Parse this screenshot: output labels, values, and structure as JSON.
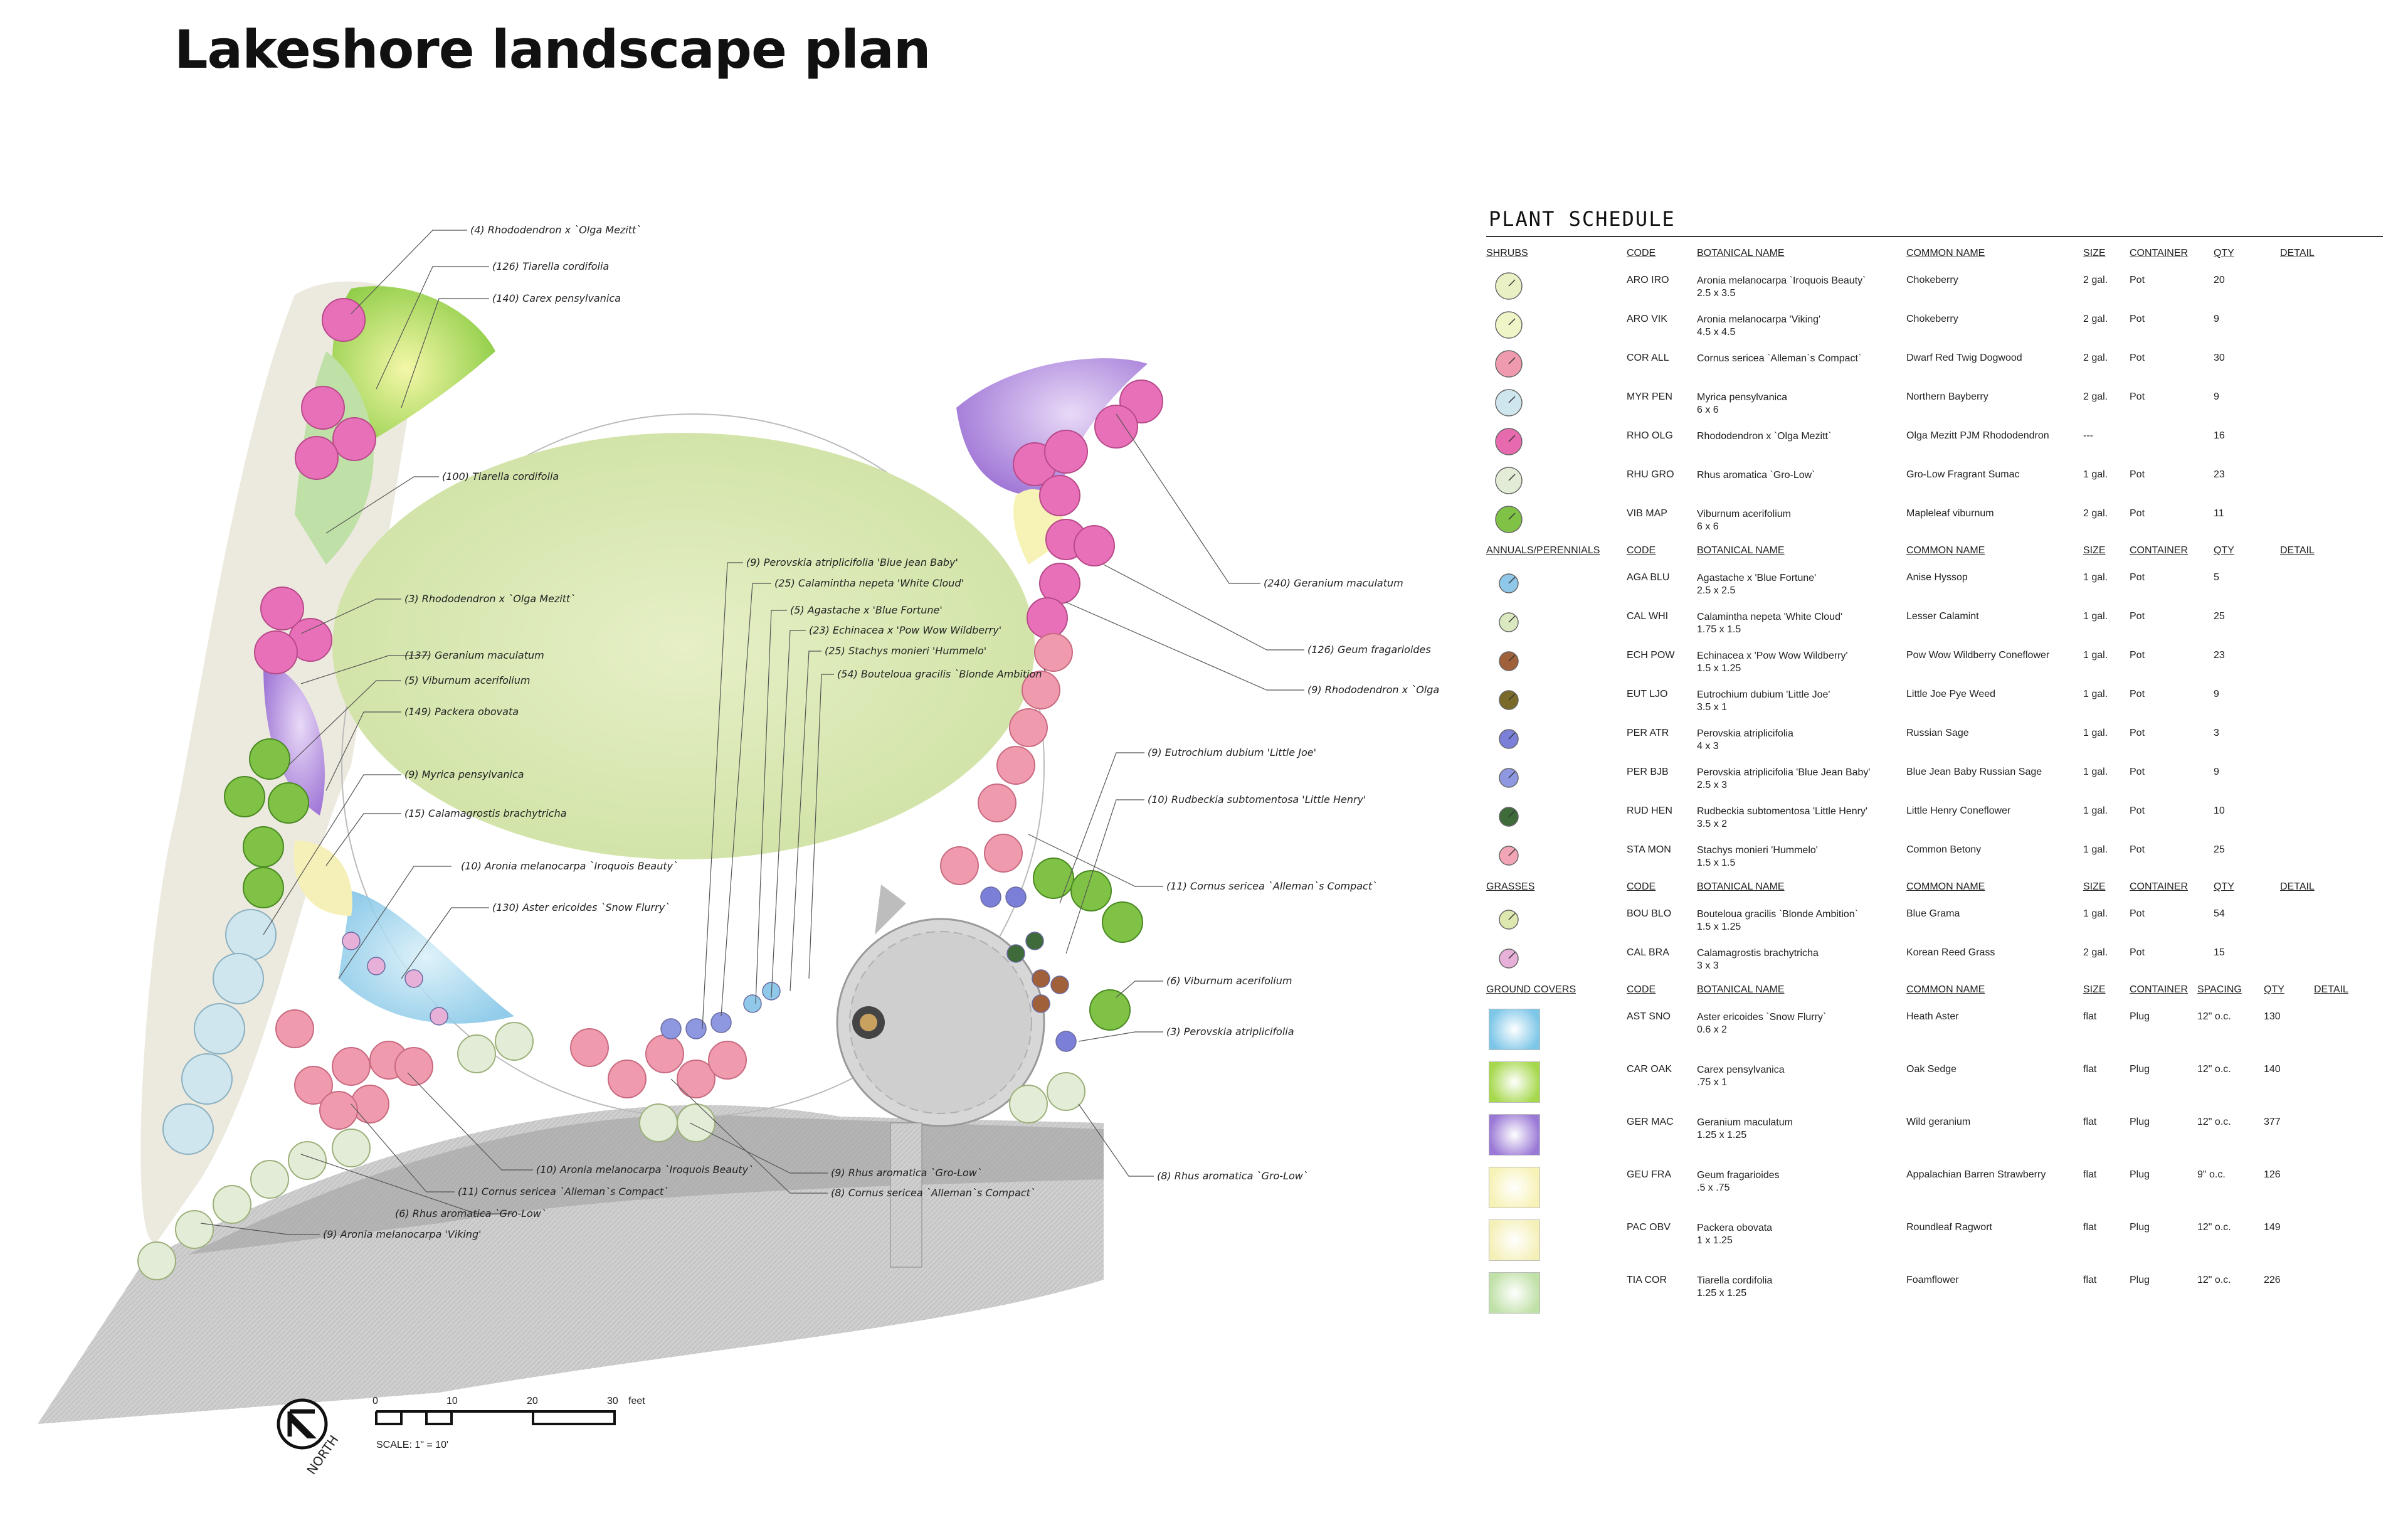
{
  "title": "Lakeshore landscape plan",
  "plan_labels": [
    "(4) Rhododendron x `Olga Mezitt`",
    "(126) Tiarella cordifolia",
    "(140) Carex pensylvanica",
    "(100) Tiarella cordifolia",
    "(3) Rhododendron x `Olga Mezitt`",
    "(137) Geranium maculatum",
    "(5) Viburnum acerifolium",
    "(149) Packera obovata",
    "(9) Myrica pensylvanica",
    "(15) Calamagrostis brachytricha",
    "(10) Aronia melanocarpa `Iroquois Beauty`",
    "(130) Aster ericoides `Snow Flurry`",
    "(9) Perovskia atriplicifolia 'Blue Jean Baby'",
    "(25) Calamintha nepeta 'White Cloud'",
    "(5) Agastache x 'Blue Fortune'",
    "(23) Echinacea x 'Pow Wow Wildberry'",
    "(25) Stachys monieri 'Hummelo'",
    "(54) Bouteloua gracilis `Blonde Ambition`",
    "(240) Geranium maculatum",
    "(126) Geum fragarioides",
    "(9) Rhododendron x `Olga",
    "(9) Eutrochium dubium 'Little Joe'",
    "(10) Rudbeckia subtomentosa 'Little Henry'",
    "(11) Cornus sericea `Alleman`s Compact`",
    "(6) Viburnum acerifolium",
    "(3) Perovskia atriplicifolia",
    "(8) Rhus aromatica `Gro-Low`",
    "(10) Aronia melanocarpa `Iroquois Beauty`",
    "(11) Cornus sericea `Alleman`s Compact`",
    "(6) Rhus aromatica `Gro-Low`",
    "(9) Aronia melanocarpa 'Viking'",
    "(9) Rhus aromatica `Gro-Low`",
    "(8) Cornus sericea `Alleman`s Compact`"
  ],
  "scale": {
    "ticks": [
      "0",
      "10",
      "20",
      "30"
    ],
    "unit": "feet",
    "text": "SCALE: 1\" = 10'",
    "north": "NORTH"
  },
  "schedule": {
    "title": "PLANT SCHEDULE",
    "headers": [
      "CODE",
      "BOTANICAL NAME",
      "COMMON NAME",
      "SIZE",
      "CONTAINER",
      "QTY",
      "DETAIL"
    ],
    "groundcover_headers": [
      "CODE",
      "BOTANICAL NAME",
      "COMMON NAME",
      "SIZE",
      "CONTAINER",
      "SPACING",
      "QTY",
      "DETAIL"
    ],
    "sections": [
      {
        "name": "SHRUBS",
        "rows": [
          {
            "symbol": "#e8f0c4",
            "code": "ARO IRO",
            "botanical": "Aronia melanocarpa `Iroquois Beauty`",
            "dims": "2.5 x 3.5",
            "common": "Chokeberry",
            "size": "2 gal.",
            "container": "Pot",
            "qty": "20"
          },
          {
            "symbol": "#f0f5c8",
            "code": "ARO VIK",
            "botanical": "Aronia melanocarpa 'Viking'",
            "dims": "4.5 x 4.5",
            "common": "Chokeberry",
            "size": "2 gal.",
            "container": "Pot",
            "qty": "9"
          },
          {
            "symbol": "#f09aae",
            "code": "COR ALL",
            "botanical": "Cornus sericea `Alleman`s Compact`",
            "dims": "",
            "common": "Dwarf Red Twig Dogwood",
            "size": "2 gal.",
            "container": "Pot",
            "qty": "30"
          },
          {
            "symbol": "#cfe6ee",
            "code": "MYR PEN",
            "botanical": "Myrica pensylvanica",
            "dims": "6 x 6",
            "common": "Northern Bayberry",
            "size": "2 gal.",
            "container": "Pot",
            "qty": "9"
          },
          {
            "symbol": "#e86aae",
            "code": "RHO OLG",
            "botanical": "Rhododendron x `Olga Mezitt`",
            "dims": "",
            "common": "Olga Mezitt PJM Rhododendron",
            "size": "---",
            "container": "",
            "qty": "16"
          },
          {
            "symbol": "#e3ecd6",
            "code": "RHU GRO",
            "botanical": "Rhus aromatica `Gro-Low`",
            "dims": "",
            "common": "Gro-Low Fragrant Sumac",
            "size": "1 gal.",
            "container": "Pot",
            "qty": "23"
          },
          {
            "symbol": "#7fc245",
            "code": "VIB MAP",
            "botanical": "Viburnum acerifolium",
            "dims": "6 x 6",
            "common": "Mapleleaf viburnum",
            "size": "2 gal.",
            "container": "Pot",
            "qty": "11"
          }
        ]
      },
      {
        "name": "ANNUALS/PERENNIALS",
        "rows": [
          {
            "symbol": "#8fc8e8",
            "code": "AGA BLU",
            "botanical": "Agastache x 'Blue Fortune'",
            "dims": "2.5 x 2.5",
            "common": "Anise Hyssop",
            "size": "1 gal.",
            "container": "Pot",
            "qty": "5"
          },
          {
            "symbol": "#dbe9c0",
            "code": "CAL WHI",
            "botanical": "Calamintha nepeta 'White Cloud'",
            "dims": "1.75 x 1.5",
            "common": "Lesser Calamint",
            "size": "1 gal.",
            "container": "Pot",
            "qty": "25"
          },
          {
            "symbol": "#a0603a",
            "code": "ECH POW",
            "botanical": "Echinacea x 'Pow Wow Wildberry'",
            "dims": "1.5 x 1.25",
            "common": "Pow Wow Wildberry Coneflower",
            "size": "1 gal.",
            "container": "Pot",
            "qty": "23"
          },
          {
            "symbol": "#7a6a2a",
            "code": "EUT LJO",
            "botanical": "Eutrochium dubium 'Little Joe'",
            "dims": "3.5 x 1",
            "common": "Little Joe Pye Weed",
            "size": "1 gal.",
            "container": "Pot",
            "qty": "9"
          },
          {
            "symbol": "#7b7fd8",
            "code": "PER ATR",
            "botanical": "Perovskia atriplicifolia",
            "dims": "4 x 3",
            "common": "Russian Sage",
            "size": "1 gal.",
            "container": "Pot",
            "qty": "3"
          },
          {
            "symbol": "#8d98e0",
            "code": "PER BJB",
            "botanical": "Perovskia atriplicifolia 'Blue Jean Baby'",
            "dims": "2.5 x 3",
            "common": "Blue Jean Baby Russian Sage",
            "size": "1 gal.",
            "container": "Pot",
            "qty": "9"
          },
          {
            "symbol": "#3f6a3a",
            "code": "RUD HEN",
            "botanical": "Rudbeckia subtomentosa 'Little Henry'",
            "dims": "3.5 x 2",
            "common": "Little Henry Coneflower",
            "size": "1 gal.",
            "container": "Pot",
            "qty": "10"
          },
          {
            "symbol": "#f2a5b4",
            "code": "STA MON",
            "botanical": "Stachys monieri 'Hummelo'",
            "dims": "1.5 x 1.5",
            "common": "Common Betony",
            "size": "1 gal.",
            "container": "Pot",
            "qty": "25"
          }
        ]
      },
      {
        "name": "GRASSES",
        "rows": [
          {
            "symbol": "#dde8b0",
            "code": "BOU BLO",
            "botanical": "Bouteloua gracilis `Blonde Ambition`",
            "dims": "1.5 x 1.25",
            "common": "Blue Grama",
            "size": "1 gal.",
            "container": "Pot",
            "qty": "54"
          },
          {
            "symbol": "#e6b0d8",
            "code": "CAL BRA",
            "botanical": "Calamagrostis brachytricha",
            "dims": "3 x 3",
            "common": "Korean Reed Grass",
            "size": "2 gal.",
            "container": "Pot",
            "qty": "15"
          }
        ]
      },
      {
        "name": "GROUND COVERS",
        "rows": [
          {
            "symbol": "#7cc6e8",
            "code": "AST SNO",
            "botanical": "Aster ericoides `Snow Flurry`",
            "dims": "0.6 x 2",
            "common": "Heath Aster",
            "size": "flat",
            "container": "Plug",
            "spacing": "12\" o.c.",
            "qty": "130"
          },
          {
            "symbol": "#a6d84c",
            "code": "CAR OAK",
            "botanical": "Carex pensylvanica",
            "dims": ".75 x 1",
            "common": "Oak Sedge",
            "size": "flat",
            "container": "Plug",
            "spacing": "12\" o.c.",
            "qty": "140"
          },
          {
            "symbol": "#9a78d6",
            "code": "GER MAC",
            "botanical": "Geranium maculatum",
            "dims": "1.25 x 1.25",
            "common": "Wild geranium",
            "size": "flat",
            "container": "Plug",
            "spacing": "12\" o.c.",
            "qty": "377"
          },
          {
            "symbol": "#f7f2b6",
            "code": "GEU FRA",
            "botanical": "Geum fragarioides",
            "dims": ".5 x .75",
            "common": "Appalachian Barren Strawberry",
            "size": "flat",
            "container": "Plug",
            "spacing": "9\" o.c.",
            "qty": "126"
          },
          {
            "symbol": "#f5f0b8",
            "code": "PAC OBV",
            "botanical": "Packera obovata",
            "dims": "1 x 1.25",
            "common": "Roundleaf Ragwort",
            "size": "flat",
            "container": "Plug",
            "spacing": "12\" o.c.",
            "qty": "149"
          },
          {
            "symbol": "#bfe0a6",
            "code": "TIA COR",
            "botanical": "Tiarella cordifolia",
            "dims": "1.25 x 1.25",
            "common": "Foamflower",
            "size": "flat",
            "container": "Plug",
            "spacing": "12\" o.c.",
            "qty": "226"
          }
        ]
      }
    ]
  }
}
